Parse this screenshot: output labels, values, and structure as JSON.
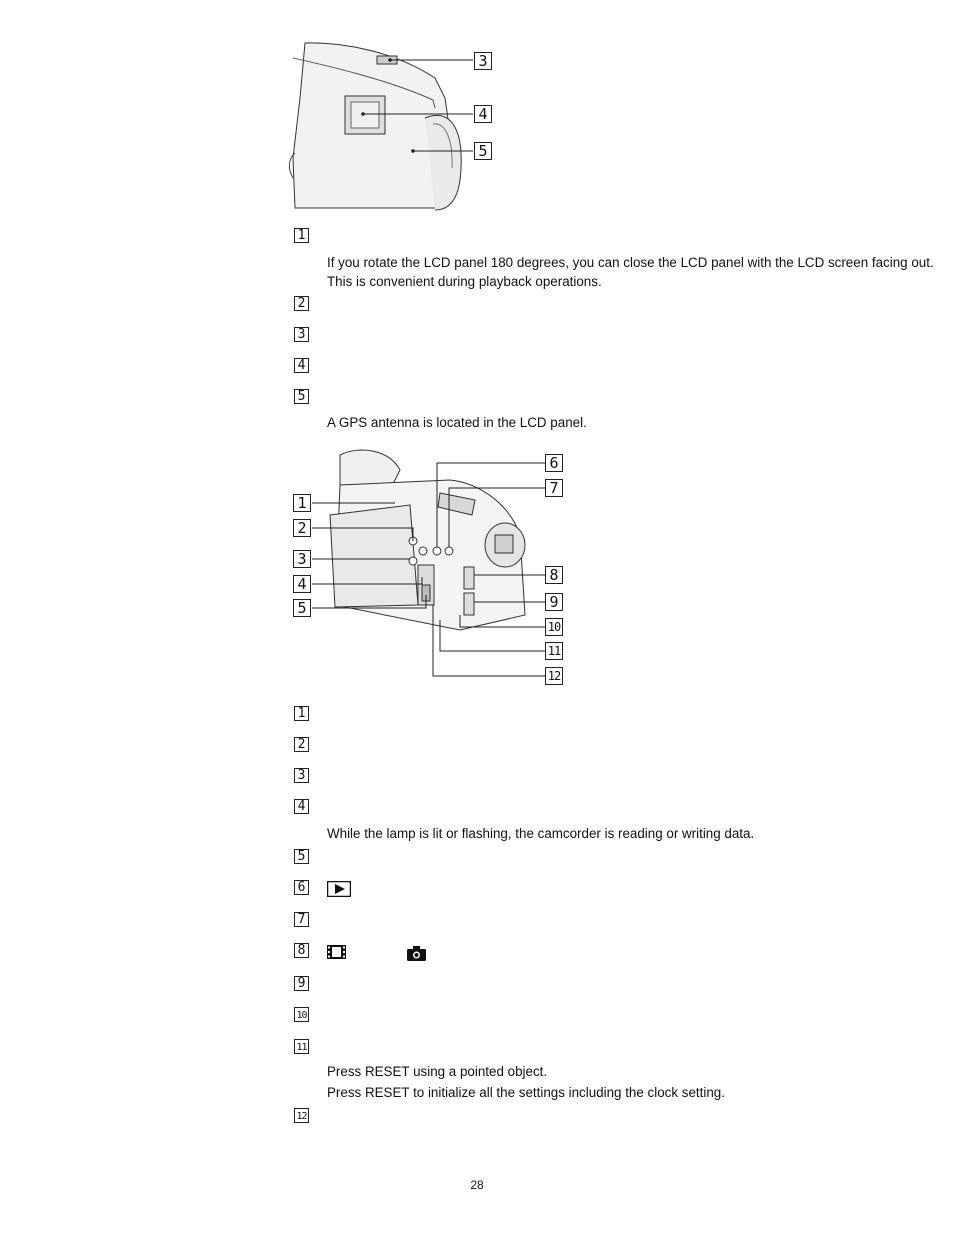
{
  "figure1": {
    "callouts": [
      "3",
      "4",
      "5"
    ]
  },
  "section1": {
    "markers": [
      "1",
      "2",
      "3",
      "4",
      "5"
    ],
    "notes": {
      "lcd": "If you rotate the LCD panel 180 degrees, you can close the LCD panel with the LCD screen facing out. This is convenient during playback operations.",
      "gps": "A GPS antenna is located in the LCD panel."
    }
  },
  "figure2": {
    "callouts": [
      "1",
      "2",
      "3",
      "4",
      "5",
      "6",
      "7",
      "8",
      "9",
      "10",
      "11",
      "12"
    ]
  },
  "section2": {
    "markers": [
      "1",
      "2",
      "3",
      "4",
      "5",
      "6",
      "7",
      "8",
      "9",
      "10",
      "11",
      "12"
    ],
    "notes": {
      "lamp": "While the lamp is lit or flashing, the camcorder is reading or writing data.",
      "reset1": "Press RESET using a pointed object.",
      "reset2": "Press RESET to initialize all the settings including the clock setting."
    },
    "icons": [
      "play-icon",
      "movie-icon",
      "camera-icon"
    ]
  },
  "page_number": "28"
}
